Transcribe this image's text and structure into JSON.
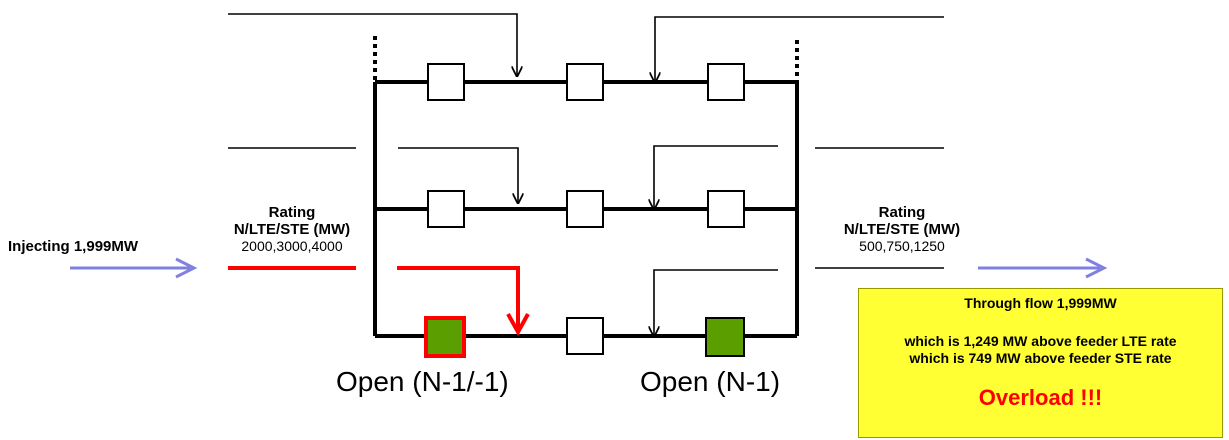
{
  "injection": {
    "label": "Injecting 1,999MW"
  },
  "rating_left": {
    "title": "Rating",
    "subtitle": "N/LTE/STE (MW)",
    "values": "2000,3000,4000"
  },
  "rating_right": {
    "title": "Rating",
    "subtitle": "N/LTE/STE (MW)",
    "values": "500,750,1250"
  },
  "breakers": {
    "open_n11_label": "Open (N-1/-1)",
    "open_n1_label": "Open (N-1)"
  },
  "info_box": {
    "line1": "Through flow 1,999MW",
    "line2": "which is 1,249 MW above feeder LTE rate",
    "line3": "which is 749 MW above feeder STE rate",
    "alert": "Overload !!!"
  },
  "colors": {
    "flow_arrow": "#8080e0",
    "overloaded_line": "#ff0000",
    "open_breaker_fill": "#5a9e00",
    "info_box_bg": "#ffff33",
    "alert_text": "#ff0000"
  }
}
